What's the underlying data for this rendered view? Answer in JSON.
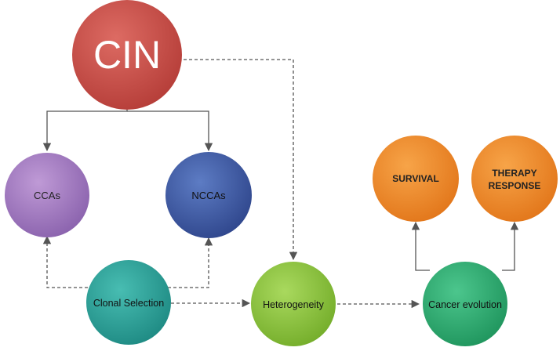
{
  "nodes": {
    "cin": {
      "label": "CIN",
      "fill": "#c9504a"
    },
    "ccas": {
      "label": "CCAs",
      "fill": "#a27bc0"
    },
    "nccas": {
      "label": "NCCAs",
      "fill": "#3f5ba6"
    },
    "clonal_selection": {
      "label": "Clonal Selection",
      "fill": "#2ea29a"
    },
    "heterogeneity": {
      "label": "Heterogeneity",
      "fill": "#8ec63f"
    },
    "cancer_evolution": {
      "label": "Cancer evolution",
      "fill": "#2eaf73"
    },
    "survival": {
      "label": "SURVIVAL",
      "fill": "#f08a24"
    },
    "therapy_response": {
      "line1": "THERAPY",
      "line2": "RESPONSE",
      "fill": "#f08a24"
    }
  },
  "colors": {
    "arrow": "#555555"
  }
}
